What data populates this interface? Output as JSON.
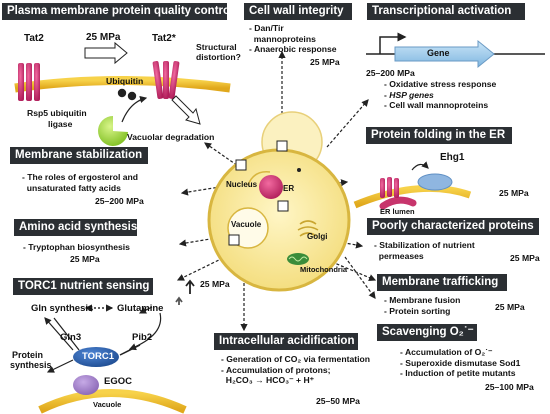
{
  "panels": {
    "plasma": {
      "title": "Plasma membrane protein quality control",
      "tat2": "Tat2",
      "pressure": "25 MPa",
      "tat2_star": "Tat2*",
      "distortion_1": "Structural",
      "distortion_2": "distortion?",
      "ubiquitin": "Ubiquitin",
      "rsp5_1": "Rsp5 ubiquitin",
      "rsp5_2": "ligase",
      "vacuolar": "Vacuolar degradation"
    },
    "cellwall": {
      "title": "Cell wall integrity",
      "items": [
        "Dan/Tir",
        "mannoproteins",
        "Anaerobic response"
      ],
      "pressure": "25 MPa"
    },
    "transcription": {
      "title": "Transcriptional activation",
      "gene": "Gene",
      "pressure": "25–200 MPa",
      "items": [
        "Oxidative stress response",
        "HSP genes",
        "Cell wall mannoproteins"
      ]
    },
    "folding": {
      "title": "Protein folding in the ER",
      "ehg1": "Ehg1",
      "er_lumen": "ER lumen",
      "pressure": "25 MPa"
    },
    "membrane_stab": {
      "title": "Membrane stabilization",
      "items": [
        "The roles of ergosterol and",
        "unsaturated fatty acids"
      ],
      "pressure": "25–200 MPa"
    },
    "amino": {
      "title": "Amino acid synthesis",
      "items": [
        "Tryptophan biosynthesis"
      ],
      "pressure": "25 MPa"
    },
    "poorly": {
      "title": "Poorly characterized proteins",
      "items": [
        "Stabilization of nutrient",
        "permeases"
      ],
      "pressure": "25 MPa"
    },
    "trafficking": {
      "title": "Membrane trafficking",
      "items": [
        "Membrane fusion",
        "Protein sorting"
      ],
      "pressure": "25 MPa"
    },
    "torc1": {
      "title": "TORC1 nutrient sensing",
      "pressure": "25 MPa",
      "gln_synthesis": "Gln synthesis",
      "glutamine": "Glutamine",
      "gln3": "Gln3",
      "pib2": "Pib2",
      "torc1": "TORC1",
      "protein_1": "Protein",
      "protein_2": "synthesis",
      "egoc": "EGOC",
      "vacuole": "Vacuole"
    },
    "acid": {
      "title": "Intracellular acidification",
      "items": [
        "Generation of CO₂ via fermentation",
        "Accumulation of protons;"
      ],
      "equation": "H₂CO₃ → HCO₃⁻ + H⁺",
      "pressure": "25–50 MPa"
    },
    "scav": {
      "title": "Scavenging O₂˙⁻",
      "items": [
        "Accumulation of O₂˙⁻",
        "Superoxide dismutase Sod1",
        "Induction of petite mutants"
      ],
      "pressure": "25–100 MPa"
    }
  },
  "cell": {
    "nucleus": "Nucleus",
    "er": "ER",
    "vacuole": "Vacuole",
    "golgi": "Golgi",
    "mito": "Mitochondria"
  },
  "colors": {
    "header_bg": "#2b2f33",
    "cell_fill": "#f7e79a",
    "cell_stroke": "#d8b640",
    "er_magenta": "#c2187a",
    "transporter_pink": "#c7356c",
    "torc1_blue": "#2f5fa8",
    "egoc_purple": "#9b7bbf",
    "ehg1_blue": "#7fa8d6",
    "rsp5_green": "#9cd33b",
    "mito_green": "#3a8c3a",
    "gene_blue": "#9dc9ea"
  }
}
